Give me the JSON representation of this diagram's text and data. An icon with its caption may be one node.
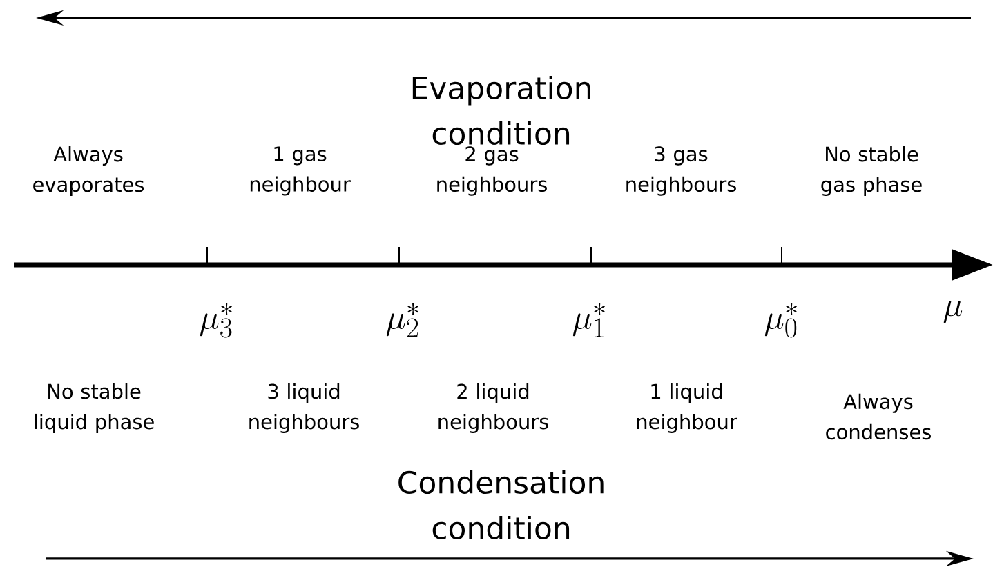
{
  "diagram": {
    "labels": [
      "Evaporation condition",
      "Always evaporates",
      "1 gas neighbour",
      "2 gas neighbours",
      "3 gas neighbours",
      "No stable gas phase",
      "\\mu_3^*",
      "\\mu_2^*",
      "\\mu_1^*",
      "\\mu_0^*",
      "\\mu",
      "No stable liquid phase",
      "3 liquid neighbours",
      "2 liquid neighbours",
      "1 liquid neighbour",
      "Always condenses",
      "Condensation condition"
    ]
  }
}
